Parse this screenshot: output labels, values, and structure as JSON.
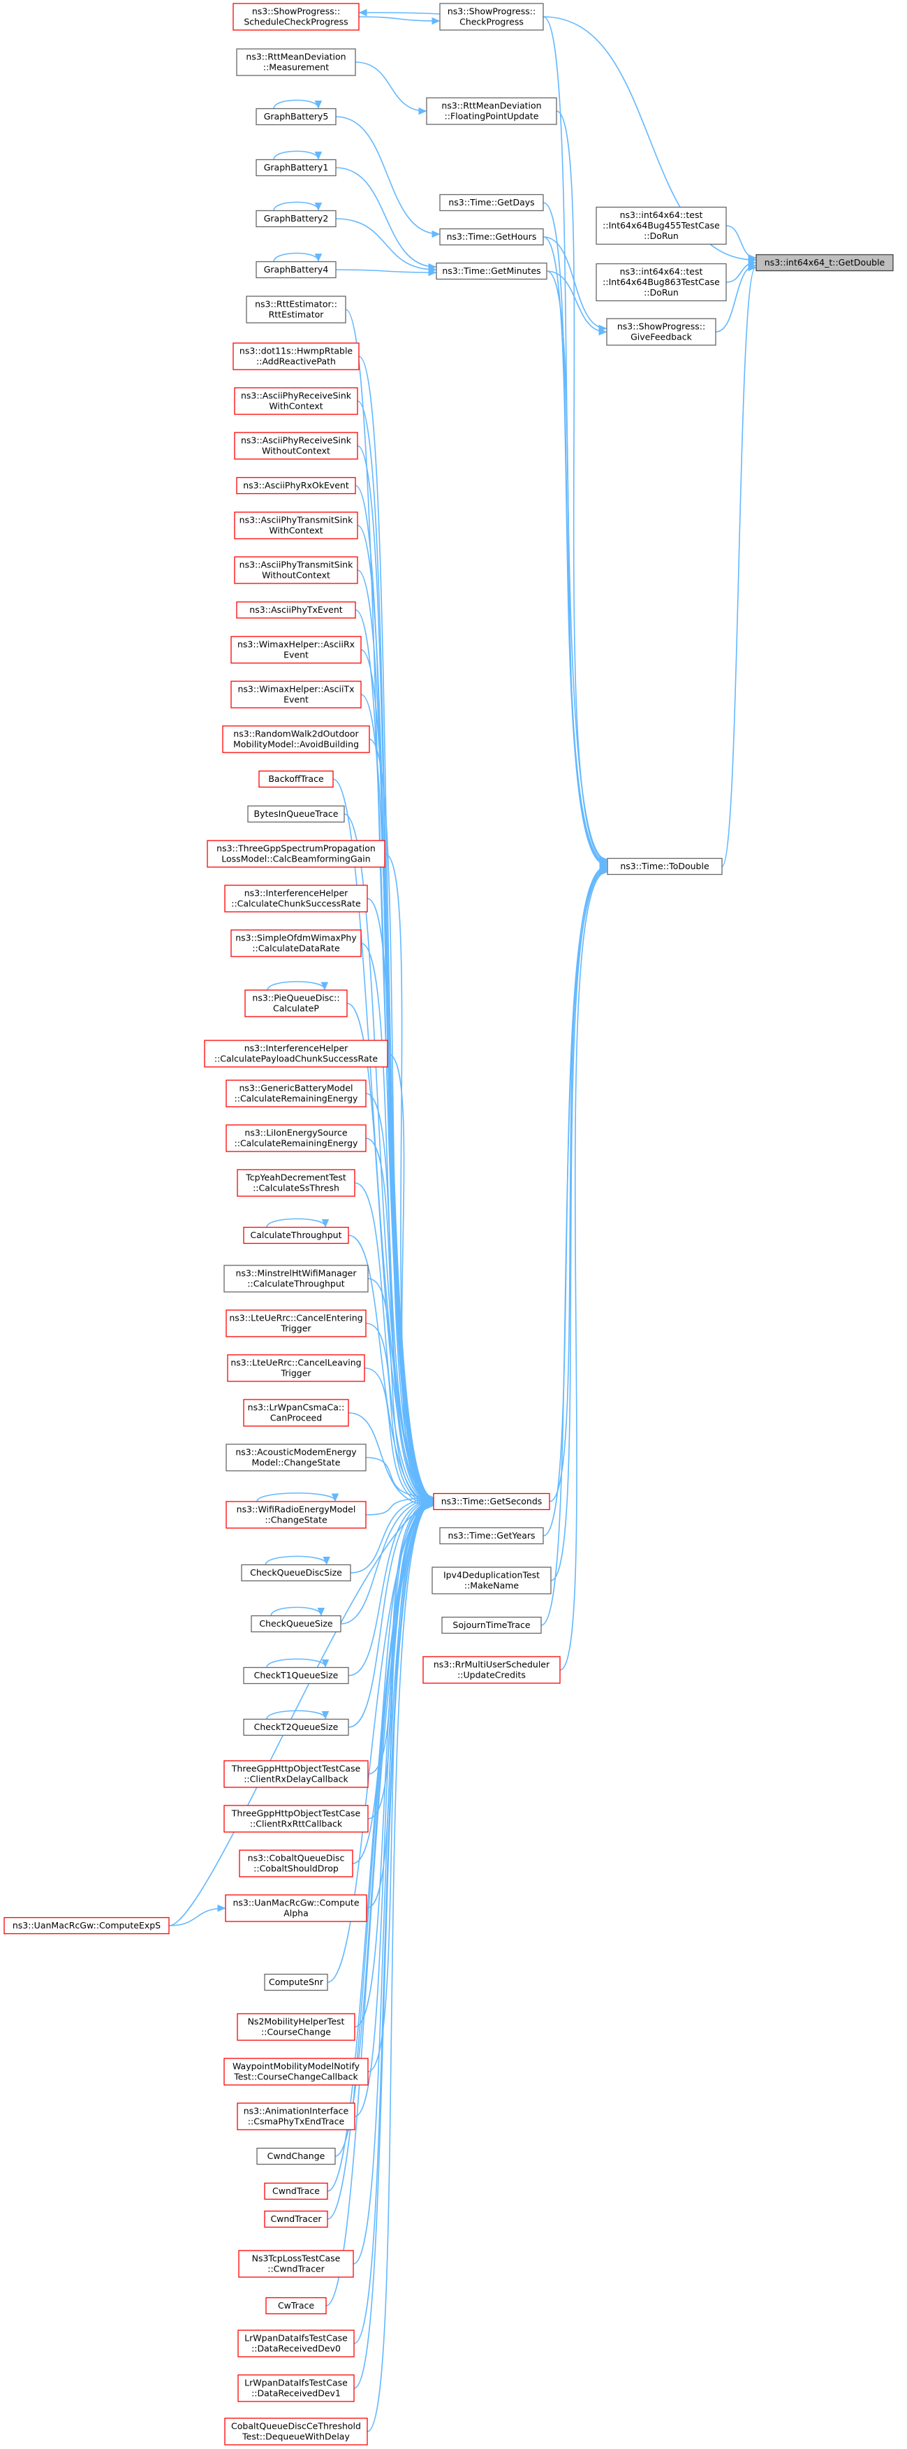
{
  "colors": {
    "edge": "#63b8ff",
    "node_border_documented": "#666666",
    "node_border_undocumented": "#ff0000",
    "target_fill": "#bfbfbf"
  },
  "target": {
    "lines": [
      "ns3::int64x64_t::GetDouble"
    ]
  },
  "tier1": {
    "to_double": {
      "lines": [
        "ns3::Time::ToDouble"
      ]
    },
    "give_feedback": {
      "lines": [
        "ns3::ShowProgress::",
        "GiveFeedback"
      ]
    },
    "bug455": {
      "lines": [
        "ns3::int64x64::test",
        "::Int64x64Bug455TestCase",
        "::DoRun"
      ]
    },
    "bug863": {
      "lines": [
        "ns3::int64x64::test",
        "::Int64x64Bug863TestCase",
        "::DoRun"
      ]
    }
  },
  "tier2": {
    "check_progress": {
      "lines": [
        "ns3::ShowProgress::",
        "CheckProgress"
      ]
    },
    "floating_point_update": {
      "lines": [
        "ns3::RttMeanDeviation",
        "::FloatingPointUpdate"
      ]
    },
    "get_days": {
      "lines": [
        "ns3::Time::GetDays"
      ]
    },
    "get_hours": {
      "lines": [
        "ns3::Time::GetHours"
      ]
    },
    "get_minutes": {
      "lines": [
        "ns3::Time::GetMinutes"
      ]
    },
    "get_seconds": {
      "lines": [
        "ns3::Time::GetSeconds"
      ]
    },
    "get_years": {
      "lines": [
        "ns3::Time::GetYears"
      ]
    },
    "make_name": {
      "lines": [
        "Ipv4DeduplicationTest",
        "::MakeName"
      ]
    },
    "sojourn": {
      "lines": [
        "SojournTimeTrace"
      ]
    },
    "update_credits": {
      "lines": [
        "ns3::RrMultiUserScheduler",
        "::UpdateCredits"
      ]
    }
  },
  "tier3": [
    {
      "lines": [
        "ns3::ShowProgress::",
        "ScheduleCheckProgress"
      ]
    },
    {
      "lines": [
        "ns3::RttMeanDeviation",
        "::Measurement"
      ]
    },
    {
      "lines": [
        "GraphBattery5"
      ]
    },
    {
      "lines": [
        "GraphBattery1"
      ]
    },
    {
      "lines": [
        "GraphBattery2"
      ]
    },
    {
      "lines": [
        "GraphBattery4"
      ]
    },
    {
      "lines": [
        "ns3::RttEstimator::",
        "RttEstimator"
      ]
    },
    {
      "lines": [
        "ns3::dot11s::HwmpRtable",
        "::AddReactivePath"
      ]
    },
    {
      "lines": [
        "ns3::AsciiPhyReceiveSink",
        "WithContext"
      ]
    },
    {
      "lines": [
        "ns3::AsciiPhyReceiveSink",
        "WithoutContext"
      ]
    },
    {
      "lines": [
        "ns3::AsciiPhyRxOkEvent"
      ]
    },
    {
      "lines": [
        "ns3::AsciiPhyTransmitSink",
        "WithContext"
      ]
    },
    {
      "lines": [
        "ns3::AsciiPhyTransmitSink",
        "WithoutContext"
      ]
    },
    {
      "lines": [
        "ns3::AsciiPhyTxEvent"
      ]
    },
    {
      "lines": [
        "ns3::WimaxHelper::AsciiRx",
        "Event"
      ]
    },
    {
      "lines": [
        "ns3::WimaxHelper::AsciiTx",
        "Event"
      ]
    },
    {
      "lines": [
        "ns3::RandomWalk2dOutdoor",
        "MobilityModel::AvoidBuilding"
      ]
    },
    {
      "lines": [
        "BackoffTrace"
      ]
    },
    {
      "lines": [
        "BytesInQueueTrace"
      ]
    },
    {
      "lines": [
        "ns3::ThreeGppSpectrumPropagation",
        "LossModel::CalcBeamformingGain"
      ]
    },
    {
      "lines": [
        "ns3::InterferenceHelper",
        "::CalculateChunkSuccessRate"
      ]
    },
    {
      "lines": [
        "ns3::SimpleOfdmWimaxPhy",
        "::CalculateDataRate"
      ]
    },
    {
      "lines": [
        "ns3::PieQueueDisc::",
        "CalculateP"
      ]
    },
    {
      "lines": [
        "ns3::InterferenceHelper",
        "::CalculatePayloadChunkSuccessRate"
      ]
    },
    {
      "lines": [
        "ns3::GenericBatteryModel",
        "::CalculateRemainingEnergy"
      ]
    },
    {
      "lines": [
        "ns3::LiIonEnergySource",
        "::CalculateRemainingEnergy"
      ]
    },
    {
      "lines": [
        "TcpYeahDecrementTest",
        "::CalculateSsThresh"
      ]
    },
    {
      "lines": [
        "CalculateThroughput"
      ]
    },
    {
      "lines": [
        "ns3::MinstrelHtWifiManager",
        "::CalculateThroughput"
      ]
    },
    {
      "lines": [
        "ns3::LteUeRrc::CancelEntering",
        "Trigger"
      ]
    },
    {
      "lines": [
        "ns3::LteUeRrc::CancelLeaving",
        "Trigger"
      ]
    },
    {
      "lines": [
        "ns3::LrWpanCsmaCa::",
        "CanProceed"
      ]
    },
    {
      "lines": [
        "ns3::AcousticModemEnergy",
        "Model::ChangeState"
      ]
    },
    {
      "lines": [
        "ns3::WifiRadioEnergyModel",
        "::ChangeState"
      ]
    },
    {
      "lines": [
        "CheckQueueDiscSize"
      ]
    },
    {
      "lines": [
        "CheckQueueSize"
      ]
    },
    {
      "lines": [
        "CheckT1QueueSize"
      ]
    },
    {
      "lines": [
        "CheckT2QueueSize"
      ]
    },
    {
      "lines": [
        "ThreeGppHttpObjectTestCase",
        "::ClientRxDelayCallback"
      ]
    },
    {
      "lines": [
        "ThreeGppHttpObjectTestCase",
        "::ClientRxRttCallback"
      ]
    },
    {
      "lines": [
        "ns3::CobaltQueueDisc",
        "::CobaltShouldDrop"
      ]
    },
    {
      "lines": [
        "ns3::UanMacRcGw::Compute",
        "Alpha"
      ]
    },
    {
      "lines": [
        "ComputeSnr"
      ]
    },
    {
      "lines": [
        "Ns2MobilityHelperTest",
        "::CourseChange"
      ]
    },
    {
      "lines": [
        "WaypointMobilityModelNotify",
        "Test::CourseChangeCallback"
      ]
    },
    {
      "lines": [
        "ns3::AnimationInterface",
        "::CsmaPhyTxEndTrace"
      ]
    },
    {
      "lines": [
        "CwndChange"
      ]
    },
    {
      "lines": [
        "CwndTrace"
      ]
    },
    {
      "lines": [
        "CwndTracer"
      ]
    },
    {
      "lines": [
        "Ns3TcpLossTestCase",
        "::CwndTracer"
      ]
    },
    {
      "lines": [
        "CwTrace"
      ]
    },
    {
      "lines": [
        "LrWpanDataIfsTestCase",
        "::DataReceivedDev0"
      ]
    },
    {
      "lines": [
        "LrWpanDataIfsTestCase",
        "::DataReceivedDev1"
      ]
    },
    {
      "lines": [
        "CobaltQueueDiscCeThreshold",
        "Test::DequeueWithDelay"
      ]
    }
  ],
  "tier4": {
    "compute_exp_s": {
      "lines": [
        "ns3::UanMacRcGw::ComputeExpS"
      ]
    }
  }
}
